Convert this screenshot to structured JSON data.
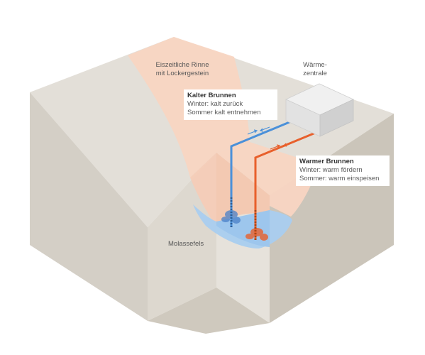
{
  "labels": {
    "channel": [
      "Eiszeitliche Rinne",
      "mit Lockergestein"
    ],
    "plant": [
      "Wärme-",
      "zentrale"
    ],
    "bedrock": "Molassefels"
  },
  "cold_well": {
    "title": "Kalter Brunnen",
    "lines": [
      "Winter: kalt zurück",
      "Sommer kalt entnehmen"
    ]
  },
  "warm_well": {
    "title": "Warmer Brunnen",
    "lines": [
      "Winter: warm fördern",
      "Sommer: warm einspeisen"
    ]
  },
  "colors": {
    "ground_top": "#e3dfd8",
    "ground_side_light": "#d6d1c8",
    "ground_side_dark": "#c9c3b8",
    "channel": "#f8d5c2",
    "aquifer": "#a9cdef",
    "cold_pipe": "#4a90d9",
    "warm_pipe": "#e8602c",
    "plant_top": "#ececec",
    "plant_side": "#d4d4d4"
  }
}
